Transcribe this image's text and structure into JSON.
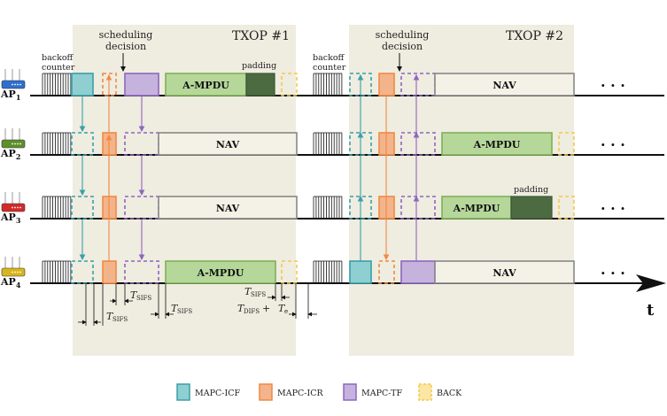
{
  "txop1": {
    "title": "TXOP #1",
    "decision": "scheduling decision",
    "backoff": "backoff counter",
    "padding": "padding"
  },
  "txop2": {
    "title": "TXOP #2",
    "decision": "scheduling decision",
    "backoff": "backoff counter",
    "padding": "padding"
  },
  "aps": [
    "AP1",
    "AP2",
    "AP3",
    "AP4"
  ],
  "ap_colors": [
    "#2f6fce",
    "#5e8f2c",
    "#d42a2a",
    "#d9b51c"
  ],
  "frames": {
    "ampdu": "A-MPDU",
    "nav": "NAV"
  },
  "continuation": "· · ·",
  "time_axis": "t",
  "timing": {
    "sifs": "T_SIFS",
    "difs_te": "T_DIFS + T_e"
  },
  "legend": [
    {
      "label": "MAPC-ICF",
      "fill": "#8fcfd1",
      "stroke": "#3a9fa8",
      "dashed": false
    },
    {
      "label": "MAPC-ICR",
      "fill": "#f4b48b",
      "stroke": "#ef8a45",
      "dashed": false
    },
    {
      "label": "MAPC-TF",
      "fill": "#c5b3dd",
      "stroke": "#8e66bd",
      "dashed": false
    },
    {
      "label": "BACK",
      "fill": "#fbe6a3",
      "stroke": "#f2c94c",
      "dashed": true
    }
  ]
}
